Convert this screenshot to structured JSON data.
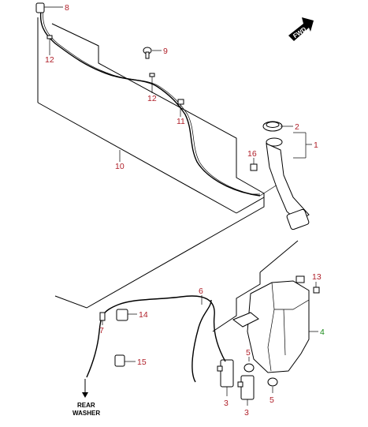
{
  "diagram": {
    "fwd_label": "FWD",
    "rear_label_line1": "REAR",
    "rear_label_line2": "WASHER",
    "callouts": [
      {
        "id": "c1",
        "text": "1",
        "color": "#b0202a"
      },
      {
        "id": "c2",
        "text": "2",
        "color": "#b0202a"
      },
      {
        "id": "c3a",
        "text": "3",
        "color": "#b0202a"
      },
      {
        "id": "c3b",
        "text": "3",
        "color": "#b0202a"
      },
      {
        "id": "c4",
        "text": "4",
        "color": "#1a8a1a"
      },
      {
        "id": "c5a",
        "text": "5",
        "color": "#b0202a"
      },
      {
        "id": "c5b",
        "text": "5",
        "color": "#b0202a"
      },
      {
        "id": "c6",
        "text": "6",
        "color": "#b0202a"
      },
      {
        "id": "c7",
        "text": "7",
        "color": "#b0202a"
      },
      {
        "id": "c8",
        "text": "8",
        "color": "#b0202a"
      },
      {
        "id": "c9",
        "text": "9",
        "color": "#b0202a"
      },
      {
        "id": "c10",
        "text": "10",
        "color": "#b0202a"
      },
      {
        "id": "c11",
        "text": "11",
        "color": "#b0202a"
      },
      {
        "id": "c12a",
        "text": "12",
        "color": "#b0202a"
      },
      {
        "id": "c12b",
        "text": "12",
        "color": "#b0202a"
      },
      {
        "id": "c13",
        "text": "13",
        "color": "#b0202a"
      },
      {
        "id": "c14",
        "text": "14",
        "color": "#b0202a"
      },
      {
        "id": "c15",
        "text": "15",
        "color": "#b0202a"
      },
      {
        "id": "c16",
        "text": "16",
        "color": "#b0202a"
      }
    ]
  }
}
